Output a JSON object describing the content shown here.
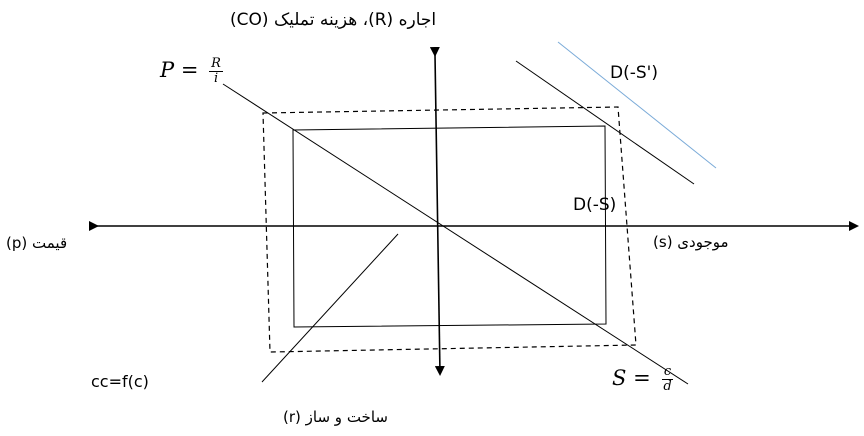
{
  "labels": {
    "y_axis": "اجاره (R)، هزینه تملیک (CO)",
    "x_left": "قیمت (p)",
    "x_right": "موجودی (s)",
    "bottom": "ساخت و ساز (r)",
    "demand_shifted": "D(-S')",
    "demand": "D(-S)",
    "cc": "cc=f(c)"
  },
  "equations": {
    "price": {
      "lhs": "P",
      "eq": "=",
      "num": "R",
      "den": "i"
    },
    "stock": {
      "lhs": "S",
      "eq": "=",
      "num": "c",
      "den": "d"
    }
  },
  "colors": {
    "ink": "#000000",
    "shift_line": "#7aaad8"
  }
}
